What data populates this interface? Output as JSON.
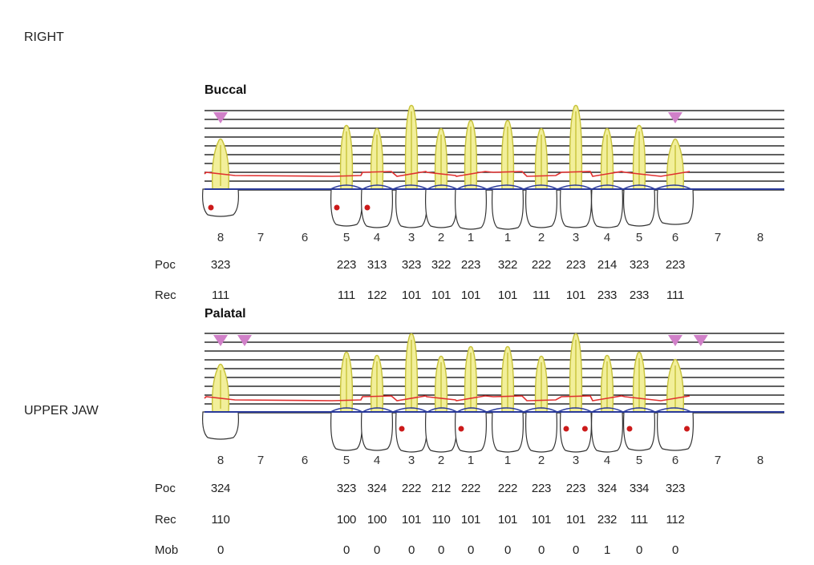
{
  "side_label": "RIGHT",
  "jaw_label": "UPPER JAW",
  "colors": {
    "gum_line": "#e03030",
    "bone_line": "#2a3a9a",
    "grid": "#000000",
    "tooth_root_fill": "#f2ef9a",
    "tooth_root_dark": "#c7c23a",
    "crown_outline": "#333333",
    "marker": "#d080c8",
    "bleeding_dot": "#cc1a1a"
  },
  "teeth_order": [
    "8",
    "7",
    "6",
    "5",
    "4",
    "3",
    "2",
    "1",
    "1",
    "2",
    "3",
    "4",
    "5",
    "6",
    "7",
    "8"
  ],
  "buccal": {
    "title": "Buccal",
    "teeth_numbers": [
      "8",
      "7",
      "6",
      "5",
      "4",
      "3",
      "2",
      "1",
      "1",
      "2",
      "3",
      "4",
      "5",
      "6",
      "7",
      "8"
    ],
    "rows": [
      {
        "label": "Poc",
        "values": [
          "323",
          "",
          "",
          "223",
          "313",
          "323",
          "322",
          "223",
          "322",
          "222",
          "223",
          "214",
          "323",
          "223",
          "",
          ""
        ]
      },
      {
        "label": "Rec",
        "values": [
          "111",
          "",
          "",
          "111",
          "122",
          "101",
          "101",
          "101",
          "101",
          "111",
          "101",
          "233",
          "233",
          "111",
          "",
          ""
        ]
      }
    ],
    "present": [
      true,
      false,
      false,
      true,
      true,
      true,
      true,
      true,
      true,
      true,
      true,
      true,
      true,
      true,
      false,
      false
    ],
    "markers": [
      0,
      13
    ],
    "bleeding": [
      0,
      3,
      4
    ]
  },
  "palatal": {
    "title": "Palatal",
    "teeth_numbers": [
      "8",
      "7",
      "6",
      "5",
      "4",
      "3",
      "2",
      "1",
      "1",
      "2",
      "3",
      "4",
      "5",
      "6",
      "7",
      "8"
    ],
    "rows": [
      {
        "label": "Poc",
        "values": [
          "324",
          "",
          "",
          "323",
          "324",
          "222",
          "212",
          "222",
          "222",
          "223",
          "223",
          "324",
          "334",
          "323",
          "",
          ""
        ]
      },
      {
        "label": "Rec",
        "values": [
          "110",
          "",
          "",
          "100",
          "100",
          "101",
          "110",
          "101",
          "101",
          "101",
          "101",
          "232",
          "111",
          "112",
          "",
          ""
        ]
      },
      {
        "label": "Mob",
        "values": [
          "0",
          "",
          "",
          "0",
          "0",
          "0",
          "0",
          "0",
          "0",
          "0",
          "0",
          "1",
          "0",
          "0",
          "",
          ""
        ]
      }
    ],
    "present": [
      true,
      false,
      false,
      true,
      true,
      true,
      true,
      true,
      true,
      true,
      true,
      true,
      true,
      true,
      false,
      false
    ],
    "markers": [
      0,
      0.6,
      13,
      13.6
    ],
    "bleeding": [
      5,
      7,
      10,
      10.6,
      12,
      13.5
    ]
  }
}
